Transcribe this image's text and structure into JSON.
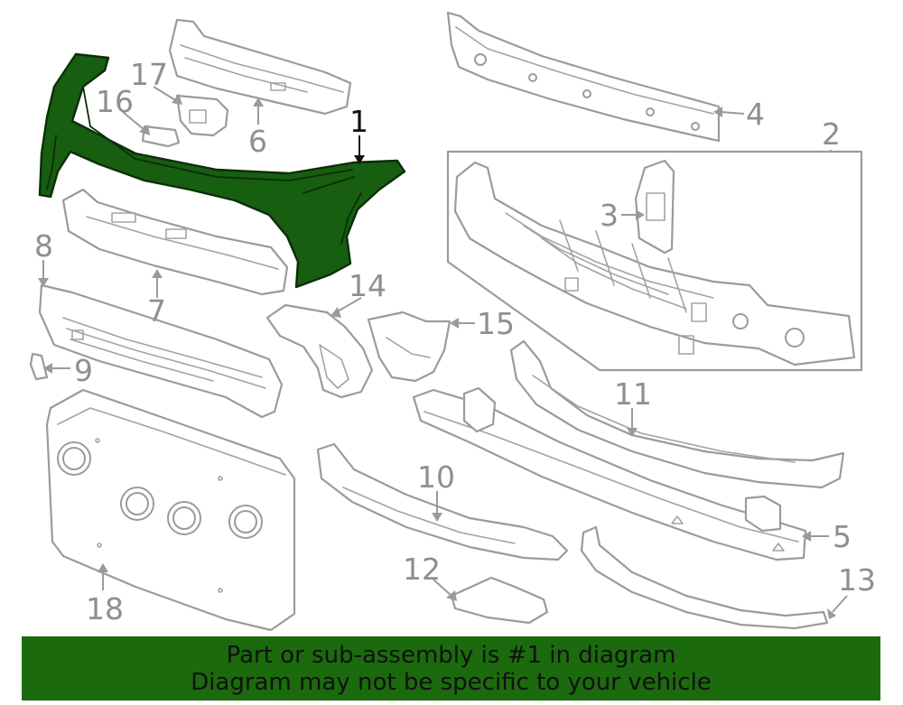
{
  "banner": {
    "line1": "Part or sub-assembly is #1 in diagram",
    "line2": "Diagram may not be specific to your vehicle"
  },
  "callouts": {
    "c1": "1",
    "c2": "2",
    "c3": "3",
    "c4": "4",
    "c5": "5",
    "c6": "6",
    "c7": "7",
    "c8": "8",
    "c9": "9",
    "c10": "10",
    "c11": "11",
    "c12": "12",
    "c13": "13",
    "c14": "14",
    "c15": "15",
    "c16": "16",
    "c17": "17",
    "c18": "18"
  },
  "colors": {
    "highlight_part": "#175e11",
    "banner_background": "#1b6a0e",
    "part_outline": "#9b9b9b"
  }
}
